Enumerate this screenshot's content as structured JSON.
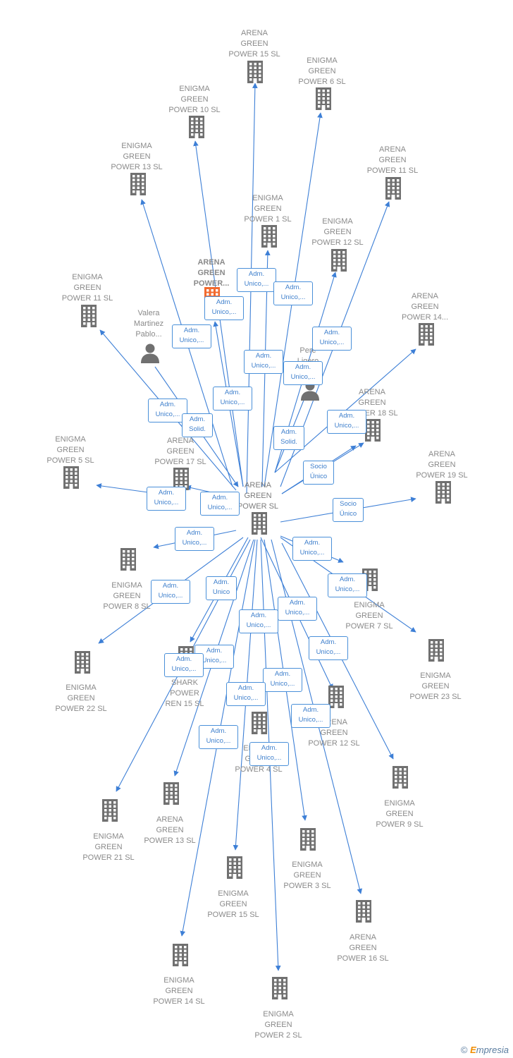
{
  "nodes": [
    {
      "id": "center",
      "label": "ARENA\nGREEN\nPOWER  SL",
      "kind": "building"
    },
    {
      "id": "arena15",
      "label": "ARENA\nGREEN\nPOWER 15  SL",
      "kind": "building"
    },
    {
      "id": "enigma6",
      "label": "ENIGMA\nGREEN\nPOWER 6  SL",
      "kind": "building"
    },
    {
      "id": "enigma10",
      "label": "ENIGMA\nGREEN\nPOWER 10  SL",
      "kind": "building"
    },
    {
      "id": "arena11",
      "label": "ARENA\nGREEN\nPOWER 11  SL",
      "kind": "building"
    },
    {
      "id": "enigma13a",
      "label": "ENIGMA\nGREEN\nPOWER 13  SL",
      "kind": "building"
    },
    {
      "id": "enigma1",
      "label": "ENIGMA\nGREEN\nPOWER 1  SL",
      "kind": "building"
    },
    {
      "id": "enigma12a",
      "label": "ENIGMA\nGREEN\nPOWER 12  SL",
      "kind": "building"
    },
    {
      "id": "arenaPower",
      "label": "ARENA\nGREEN\nPOWER...",
      "kind": "building-orange"
    },
    {
      "id": "enigma11",
      "label": "ENIGMA\nGREEN\nPOWER 11  SL",
      "kind": "building"
    },
    {
      "id": "valera",
      "label": "Valera\nMartinez\nPablo...",
      "kind": "person"
    },
    {
      "id": "arena14",
      "label": "ARENA\nGREEN\nPOWER 14...",
      "kind": "building"
    },
    {
      "id": "pere",
      "label": "Pere\nLigero\n...",
      "kind": "person"
    },
    {
      "id": "arena18",
      "label": "ARENA\nGREEN\nPOWER 18  SL",
      "kind": "building"
    },
    {
      "id": "enigma5",
      "label": "ENIGMA\nGREEN\nPOWER 5  SL",
      "kind": "building"
    },
    {
      "id": "arena17",
      "label": "ARENA\nGREEN\nPOWER 17  SL",
      "kind": "building"
    },
    {
      "id": "arena19",
      "label": "ARENA\nGREEN\nPOWER 19  SL",
      "kind": "building"
    },
    {
      "id": "enigma8",
      "label": "ENIGMA\nGREEN\nPOWER 8  SL",
      "kind": "building"
    },
    {
      "id": "enigma7",
      "label": "ENIGMA\nGREEN\nPOWER 7  SL",
      "kind": "building"
    },
    {
      "id": "enigma22",
      "label": "ENIGMA\nGREEN\nPOWER 22  SL",
      "kind": "building"
    },
    {
      "id": "shark15",
      "label": "SHARK\nPOWER\nREN 15  SL",
      "kind": "building"
    },
    {
      "id": "enigma23",
      "label": "ENIGMA\nGREEN\nPOWER 23  SL",
      "kind": "building"
    },
    {
      "id": "arena12",
      "label": "ARENA\nGREEN\nPOWER 12  SL",
      "kind": "building"
    },
    {
      "id": "enigmaX",
      "label": "ENIGMA\nGREEN\nPOWER 4  SL",
      "kind": "building"
    },
    {
      "id": "enigma9",
      "label": "ENIGMA\nGREEN\nPOWER 9  SL",
      "kind": "building"
    },
    {
      "id": "enigma21",
      "label": "ENIGMA\nGREEN\nPOWER 21  SL",
      "kind": "building"
    },
    {
      "id": "arena13",
      "label": "ARENA\nGREEN\nPOWER 13  SL",
      "kind": "building"
    },
    {
      "id": "enigma3",
      "label": "ENIGMA\nGREEN\nPOWER 3  SL",
      "kind": "building"
    },
    {
      "id": "enigma15",
      "label": "ENIGMA\nGREEN\nPOWER 15  SL",
      "kind": "building"
    },
    {
      "id": "arena16",
      "label": "ARENA\nGREEN\nPOWER 16  SL",
      "kind": "building"
    },
    {
      "id": "enigma14",
      "label": "ENIGMA\nGREEN\nPOWER 14  SL",
      "kind": "building"
    },
    {
      "id": "enigma2",
      "label": "ENIGMA\nGREEN\nPOWER 2  SL",
      "kind": "building"
    }
  ],
  "badges": [
    {
      "id": "b1",
      "text": "Adm.\nUnico,..."
    },
    {
      "id": "b2",
      "text": "Adm.\nUnico,..."
    },
    {
      "id": "b3",
      "text": "Adm.\nUnico,..."
    },
    {
      "id": "b4",
      "text": "Adm.\nUnico,..."
    },
    {
      "id": "b5",
      "text": "Adm.\nUnico,..."
    },
    {
      "id": "b6",
      "text": "Adm.\nUnico,..."
    },
    {
      "id": "b7",
      "text": "Adm.\nUnico,..."
    },
    {
      "id": "b8",
      "text": "Adm.\nUnico,..."
    },
    {
      "id": "b9",
      "text": "Adm.\nUnico,..."
    },
    {
      "id": "b10",
      "text": "Adm.\nSolid."
    },
    {
      "id": "b11",
      "text": "Adm.\nUnico,..."
    },
    {
      "id": "b12",
      "text": "Adm.\nSolid."
    },
    {
      "id": "b13",
      "text": "Socio\nÚnico"
    },
    {
      "id": "b14",
      "text": "Adm.\nUnico,..."
    },
    {
      "id": "b15",
      "text": "Adm.\nUnico,..."
    },
    {
      "id": "b16",
      "text": "Socio\nÚnico"
    },
    {
      "id": "b17",
      "text": "Adm.\nUnico,..."
    },
    {
      "id": "b18",
      "text": "Adm.\nUnico,..."
    },
    {
      "id": "b19",
      "text": "Adm.\nUnico,..."
    },
    {
      "id": "b20",
      "text": "Adm.\nUnico"
    },
    {
      "id": "b21",
      "text": "Adm.\nUnico,..."
    },
    {
      "id": "b22",
      "text": "Adm.\nUnico,..."
    },
    {
      "id": "b23",
      "text": "Adm.\nUnico,..."
    },
    {
      "id": "b24",
      "text": "Adm.\nUnico,..."
    },
    {
      "id": "b25",
      "text": "Adm.\nUnico,..."
    },
    {
      "id": "b26",
      "text": "Adm.\nUnico,..."
    },
    {
      "id": "b27",
      "text": "Adm.\nUnico,..."
    },
    {
      "id": "b28",
      "text": "Adm.\nUnico,..."
    },
    {
      "id": "b29",
      "text": "Adm.\nUnico,..."
    },
    {
      "id": "b30",
      "text": "Adm.\nUnico,..."
    },
    {
      "id": "b31",
      "text": "Adm.\nUnico,..."
    }
  ],
  "colors": {
    "edge": "#3d7fd6",
    "icon": "#707070",
    "highlight": "#f26a2e",
    "badge_text": "#3e7fcc"
  },
  "footer": {
    "copyright": "©",
    "brand_initial": "E",
    "brand_rest": "mpresia"
  }
}
